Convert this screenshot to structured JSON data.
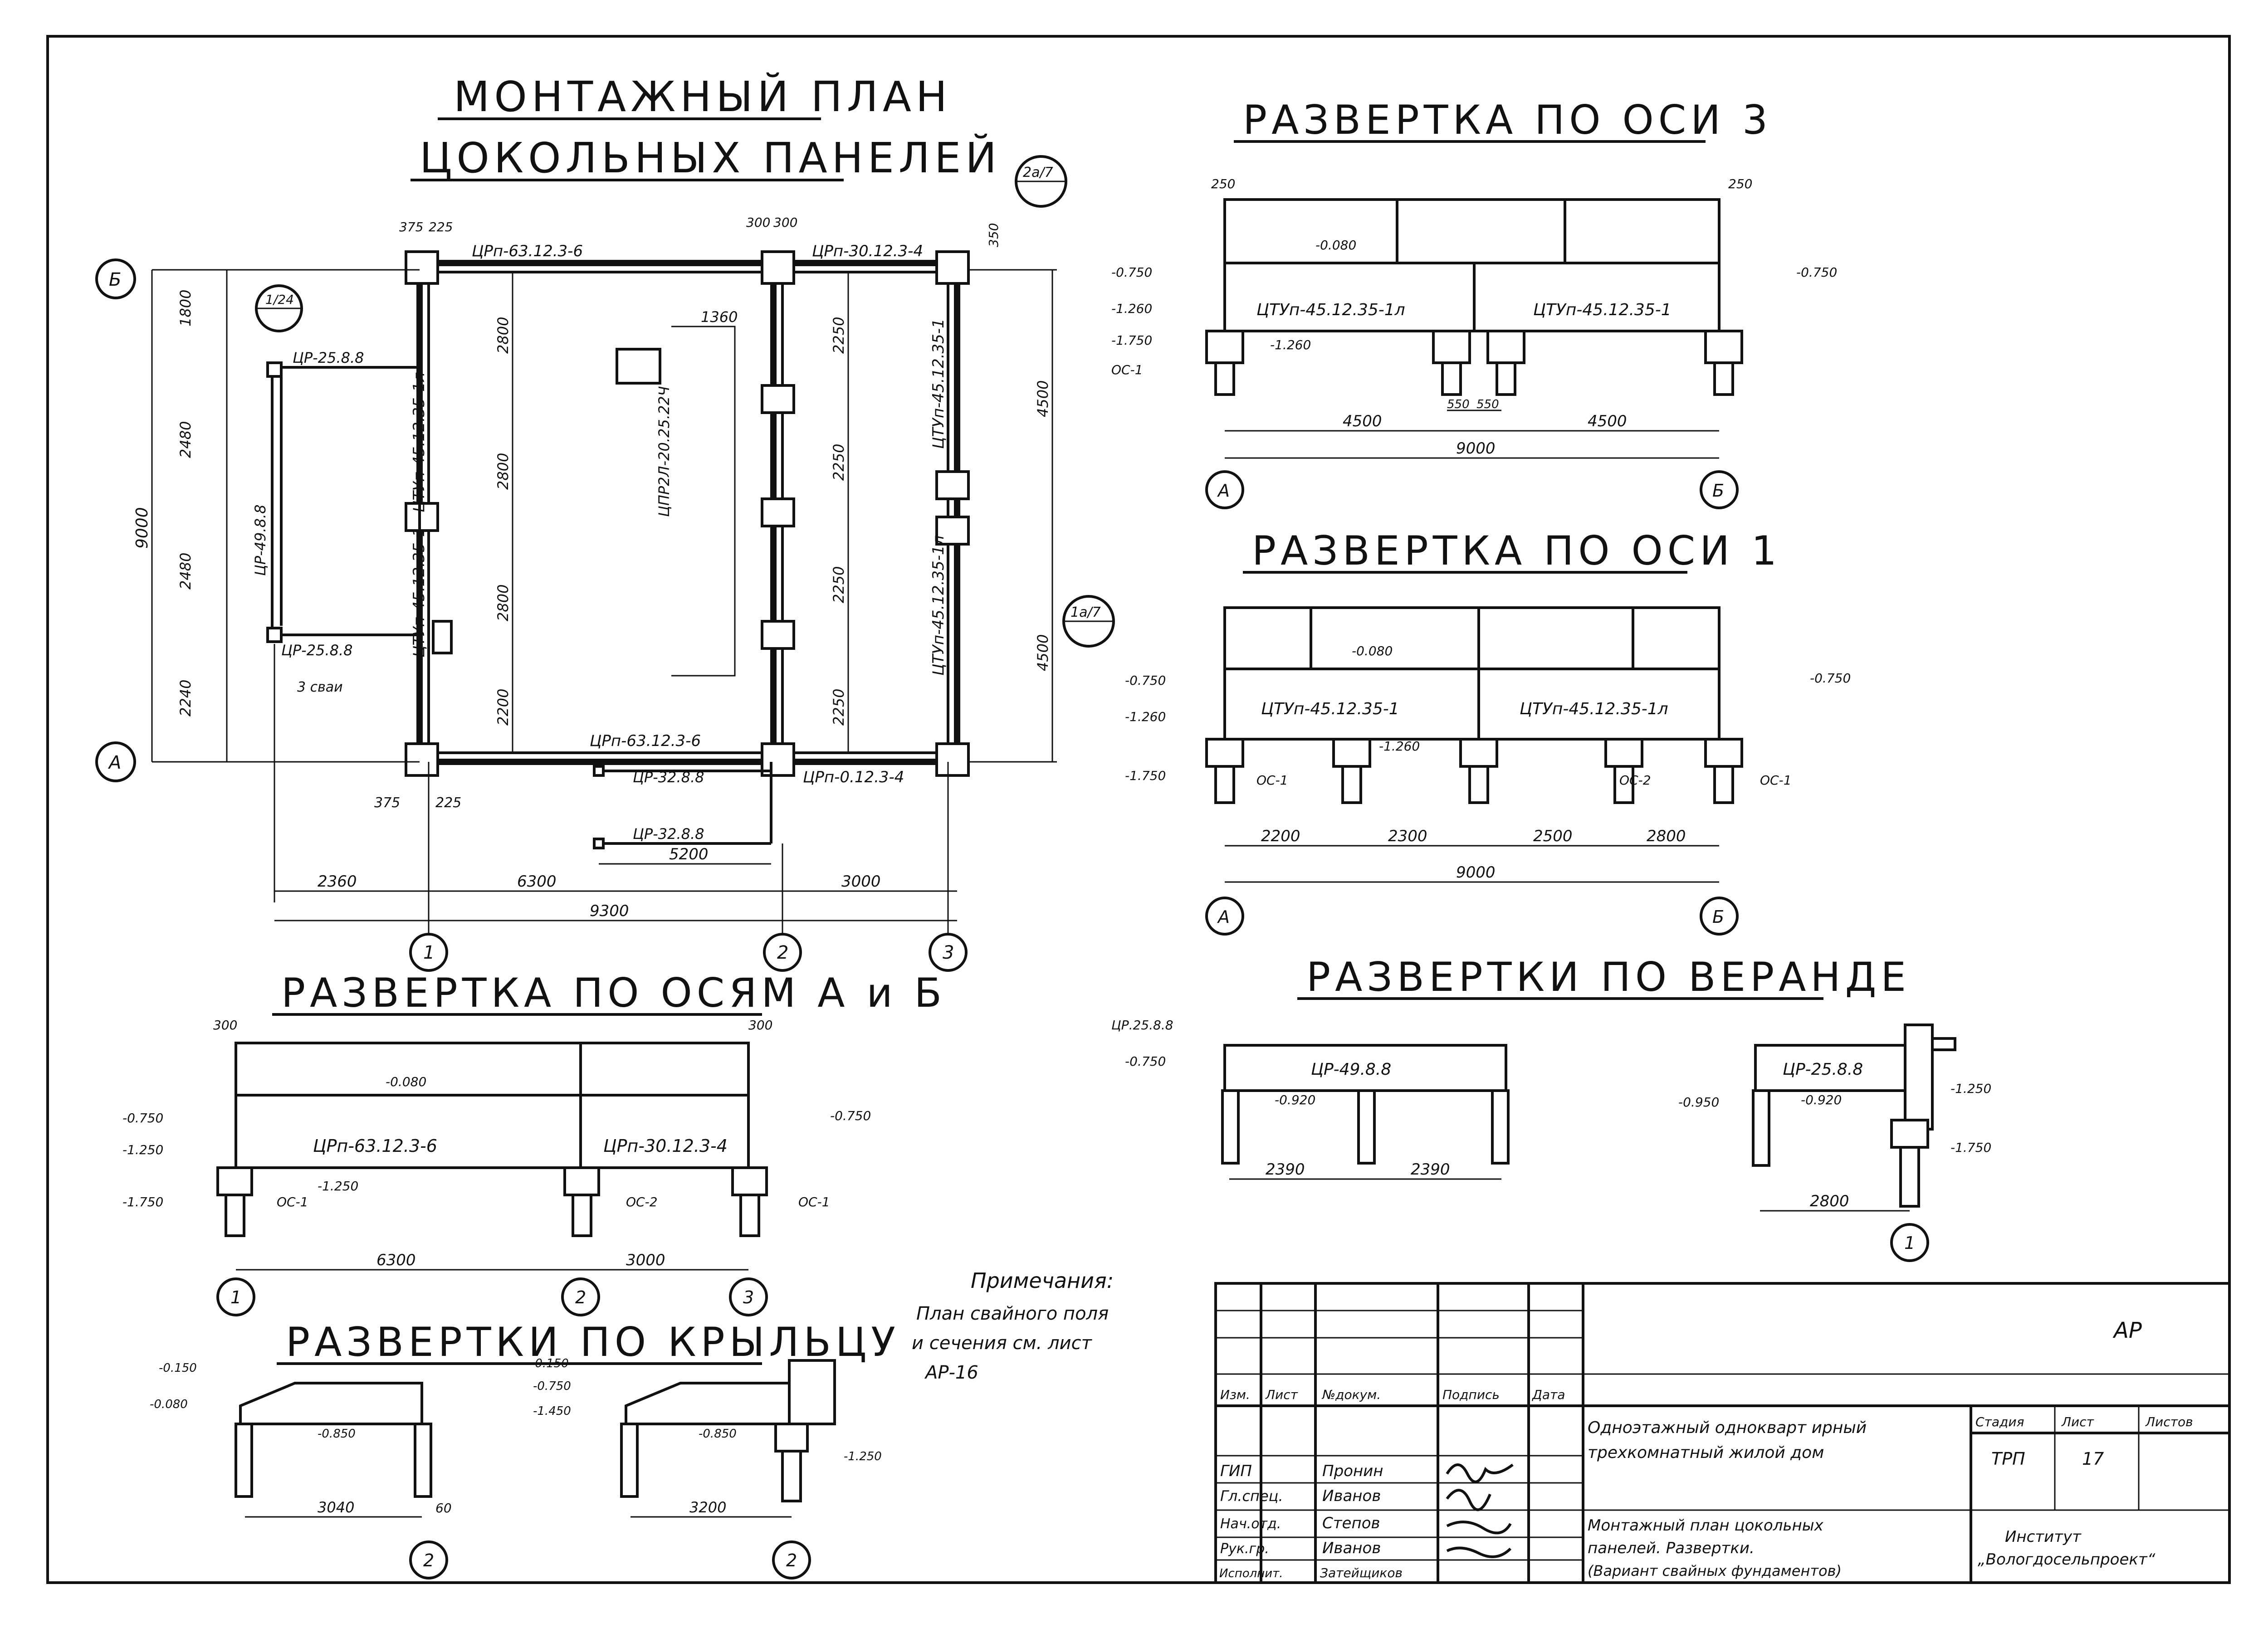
{
  "titles": {
    "plan_line1": "МОНТАЖНЫЙ ПЛАН",
    "plan_line2": "ЦОКОЛЬНЫХ ПАНЕЛЕЙ",
    "axis3": "РАЗВЕРТКА ПО ОСИ 3",
    "axis1": "РАЗВЕРТКА ПО ОСИ 1",
    "axesAB": "РАЗВЕРТКА ПО ОСЯМ А и Б",
    "veranda": "РАЗВЕРТКИ ПО ВЕРАНДЕ",
    "porch": "РАЗВЕРТКИ ПО КРЫЛЬЦУ"
  },
  "axes": {
    "a": "А",
    "b": "Б",
    "n1": "1",
    "n2": "2",
    "n3": "3"
  },
  "plan": {
    "top_panel_left": "ЦРп-63.12.3-6",
    "top_panel_right": "ЦРп-30.12.3-4",
    "bottom_panel": "ЦРп-63.12.3-6",
    "bottom_panel_right": "ЦРп-0.12.3-4",
    "left_wall_1": "ЦТУп-45.12.35-1л",
    "left_wall_2": "ЦТУп-45.12.35-1",
    "right_wall_1": "ЦТУп-45.12.35-1",
    "right_wall_2": "ЦТУп-45.12.35-1л",
    "mid_wall": "ЦПР2Л-20.25.22Ч",
    "veranda_top": "ЦР-25.8.8",
    "veranda_side": "ЦР-49.8.8",
    "veranda_bottom": "ЦР-25.8.8",
    "porch1": "ЦР-32.8.8",
    "porch2": "ЦР-32.8.8",
    "sec_ref_top": "2а/7",
    "sec_ref_right": "1а/7",
    "sec_ref_left": "1/24",
    "note_piles": "3 сваи",
    "d_2360": "2360",
    "d_6300": "6300",
    "d_3000": "3000",
    "d_9300": "9300",
    "d_5200": "5200",
    "d_9000": "9000",
    "d_1800": "1800",
    "d_2480a": "2480",
    "d_2480b": "2480",
    "d_2240": "2240",
    "d_4500a": "4500",
    "d_4500b": "4500",
    "d_2800a": "2800",
    "d_2800b": "2800",
    "d_2800c": "2800",
    "d_2200": "2200",
    "d_2250a": "2250",
    "d_2250b": "2250",
    "d_2250c": "2250",
    "d_2250d": "2250",
    "d_1360": "1360",
    "d_375a": "375",
    "d_225a": "225",
    "d_375b": "375",
    "d_225b": "225",
    "d_300a": "300",
    "d_300b": "300",
    "d_350": "350"
  },
  "dev3": {
    "panel1": "ЦТУп-45.12.35-1л",
    "panel2": "ЦТУп-45.12.35-1",
    "lvl_top": "-0.080",
    "lvl_left": "-0.750",
    "lvl_right": "-0.750",
    "lvl_base": "-1.260",
    "lvl_l2": "-1.260",
    "lvl_l3": "-1.750",
    "pile_tag": "ОС-1",
    "d1": "4500",
    "d2": "4500",
    "dt": "9000",
    "d_550a": "550",
    "d_550b": "550",
    "e250a": "250",
    "e250b": "250"
  },
  "dev1": {
    "panel1": "ЦТУп-45.12.35-1",
    "panel2": "ЦТУп-45.12.35-1л",
    "lvl_top": "-0.080",
    "lvl_left": "-0.750",
    "lvl_right": "-0.750",
    "lvl_base": "-1.260",
    "lvl_l2": "-1.260",
    "lvl_l3": "-1.750",
    "tag1": "ОС-1",
    "tag2": "ОС-2",
    "tag3": "ОС-1",
    "d1": "2200",
    "d2": "2300",
    "d3": "2500",
    "d4": "2800",
    "dt": "9000"
  },
  "devAB": {
    "panel1": "ЦРп-63.12.3-6",
    "panel2": "ЦРп-30.12.3-4",
    "lvl_top": "-0.080",
    "lvl_left": "-0.750",
    "lvl_right": "-0.750",
    "lvl_l2": "-1.250",
    "lvl_l3": "-1.750",
    "lvl_base": "-1.250",
    "tag1": "ОС-1",
    "tag2": "ОС-2",
    "tag3": "ОС-1",
    "d1": "6300",
    "d2": "3000",
    "e300a": "300",
    "e300b": "300"
  },
  "ver": {
    "panel1": "ЦР-49.8.8",
    "panel2": "ЦР-25.8.8",
    "tag": "ЦР.25.8.8",
    "lvl1": "-0.750",
    "lvl2": "-0.920",
    "lvl3": "-0.950",
    "lvl4": "-0.920",
    "lvl5": "-1.250",
    "lvl6": "-1.750",
    "d1": "2390",
    "d2": "2390",
    "d3": "2800"
  },
  "porch": {
    "lvl1": "-0.150",
    "lvl2": "-0.080",
    "lvl3": "-0.850",
    "lvl4": "-0.150",
    "lvl5": "-0.750",
    "lvl6": "-1.450",
    "lvl7": "-0.850",
    "lvl8": "-1.250",
    "d1": "3040",
    "d2": "3200",
    "d60": "60"
  },
  "notes": {
    "title": "Примечания:",
    "l1": "План свайного поля",
    "l2": "и сечения см. лист",
    "l3": "АР-16"
  },
  "stamp": {
    "code": "АР",
    "c_izm": "Изм.",
    "c_list": "Лист",
    "c_ndoc": "№докум.",
    "c_sign": "Подпись",
    "c_date": "Дата",
    "r1_role": "ГИП",
    "r1_name": "Пронин",
    "r2_role": "Гл.спец.",
    "r2_name": "Иванов",
    "r3_role": "Нач.отд.",
    "r3_name": "Степов",
    "r4_role": "Рук.гр.",
    "r4_name": "Иванов",
    "r5_role": "Исполнит.",
    "r5_name": "Затейщиков",
    "project_l1": "Одноэтажный однокварт ирный",
    "project_l2": "трехкомнатный жилой дом",
    "sheet_l1": "Монтажный план цокольных",
    "sheet_l2": "панелей. Развертки.",
    "sheet_l3": "(Вариант свайных фундаментов)",
    "h_stage": "Стадия",
    "h_sheet": "Лист",
    "h_sheets": "Листов",
    "stage": "ТРП",
    "sheet_no": "17",
    "org1": "Институт",
    "org2": "„Вологдосельпроект“"
  }
}
